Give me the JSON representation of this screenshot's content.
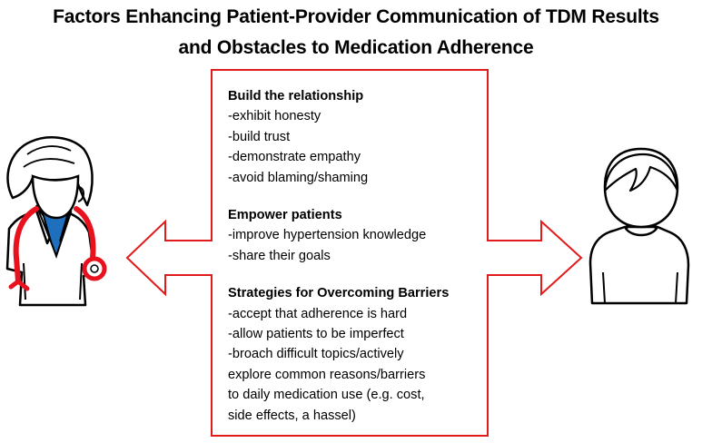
{
  "title": {
    "line1": "Factors Enhancing Patient-Provider Communication of TDM Results",
    "line2": "and Obstacles to Medication Adherence"
  },
  "colors": {
    "arrow_outline": "#e01b1b",
    "stethoscope": "#e8121f",
    "scrubs": "#1f6fbf"
  },
  "icons": [
    "doctor-icon",
    "patient-icon"
  ],
  "sections": [
    {
      "heading": "Build the relationship",
      "items": [
        "-exhibit honesty",
        "-build trust",
        "-demonstrate empathy",
        "-avoid blaming/shaming"
      ]
    },
    {
      "heading": "Empower patients",
      "items": [
        "-improve hypertension knowledge",
        "-share their goals"
      ]
    },
    {
      "heading": "Strategies for Overcoming Barriers",
      "items": [
        "-accept that adherence is hard",
        "-allow patients to be imperfect",
        "-broach difficult topics/actively",
        "explore common reasons/barriers",
        "to daily medication use (e.g. cost,",
        "side effects, a hassel)"
      ]
    }
  ]
}
